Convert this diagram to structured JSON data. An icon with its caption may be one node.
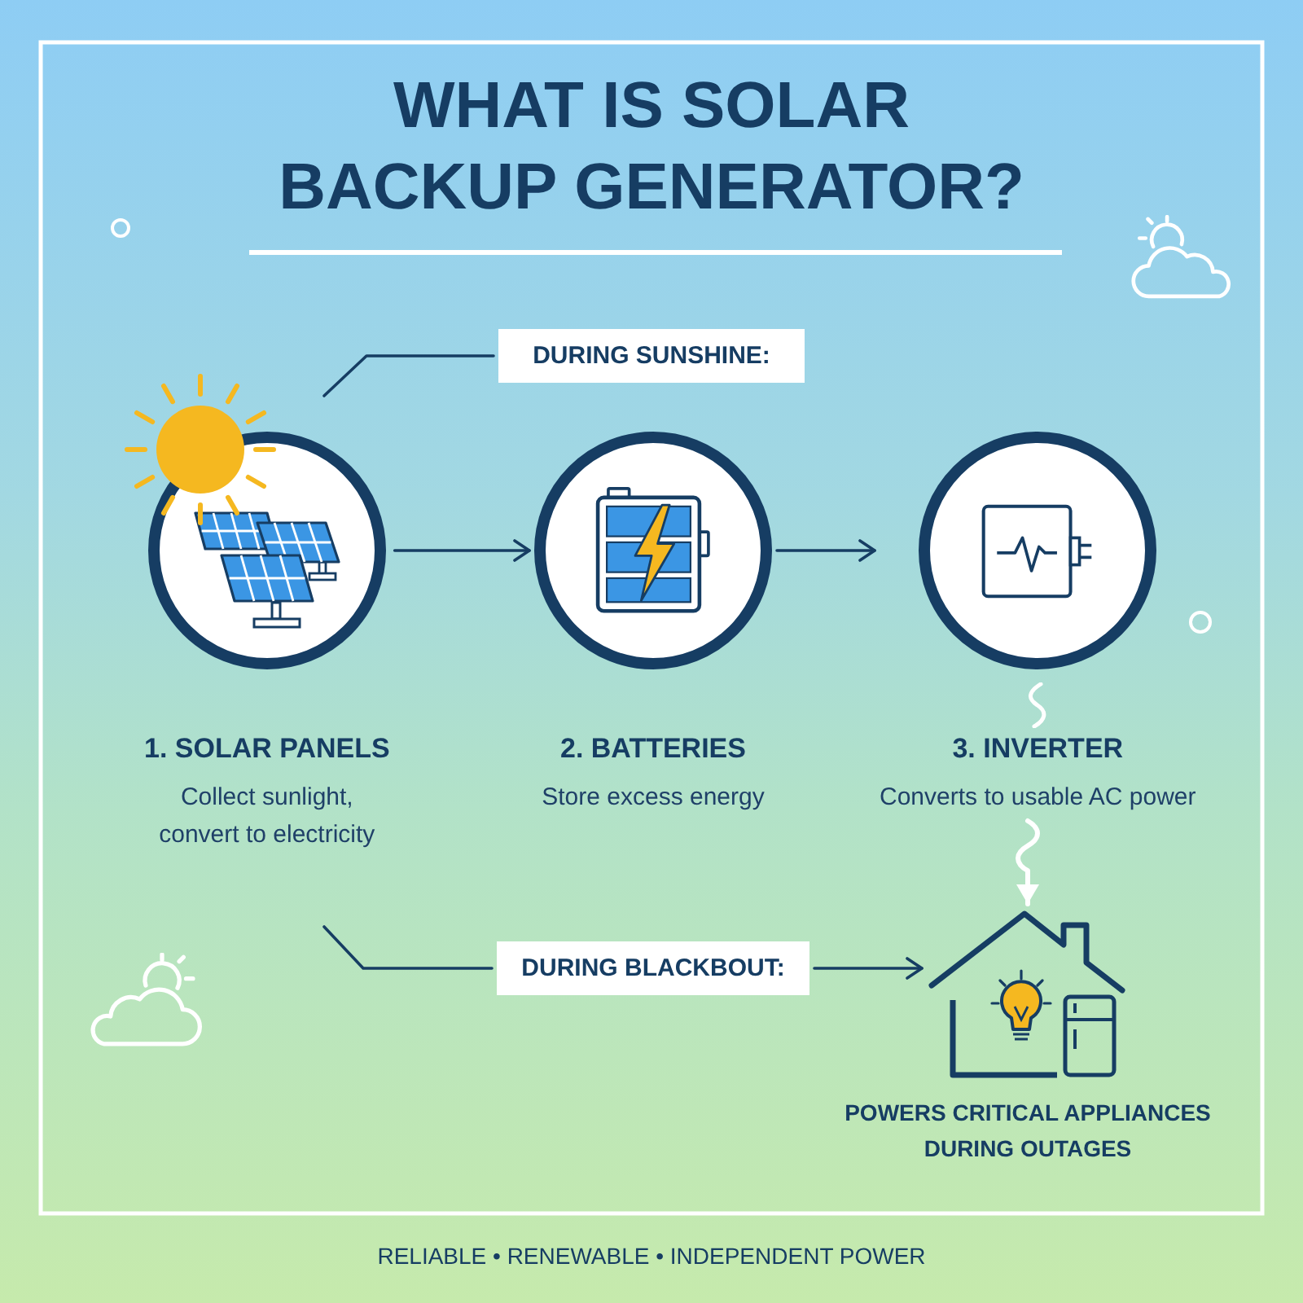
{
  "diagram": {
    "title": "WHAT IS SOLAR BACKUP GENERATOR?",
    "nodes": [
      {
        "text": [
          "DURING SUNSHINE:"
        ]
      },
      {
        "text": [
          "1. SOLAR PANELS",
          "Collect sunlight, convert to electricity"
        ]
      },
      {
        "text": [
          "2. BATTERIES",
          "Store excess energy"
        ]
      },
      {
        "text": [
          "3. INVERTER",
          "Converts to usable AC power"
        ]
      },
      {
        "text": [
          "DURING BLACKBOUT:"
        ]
      },
      {
        "text": [],
        "shape": "picture",
        "beside": [
          "POWERS CRITICAL APPLIANCES DURING OUTAGES"
        ]
      }
    ],
    "edges": [
      {
        "from": 1,
        "to": 2,
        "arrow": "to"
      },
      {
        "from": 2,
        "to": 3,
        "arrow": "to"
      },
      {
        "from": 3,
        "to": 5,
        "arrow": "to",
        "color": "#ffffff"
      },
      {
        "from": 0,
        "to": null,
        "arrow": "none"
      },
      {
        "from": 4,
        "to": 5,
        "arrow": "to"
      },
      {
        "from": 4,
        "to": null,
        "arrow": "none"
      }
    ],
    "labels": [
      "RELIABLE • RENEWABLE • INDEPENDENT POWER"
    ]
  }
}
